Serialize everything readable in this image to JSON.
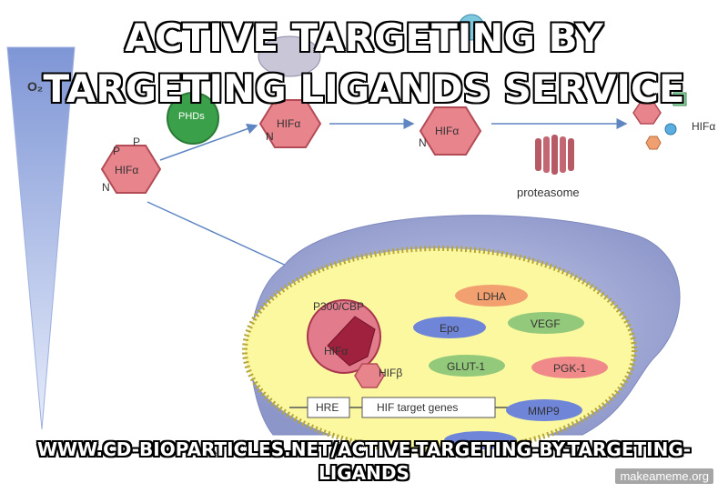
{
  "meme": {
    "top_line1": "ACTIVE TARGETING BY",
    "top_line2": "TARGETING LIGANDS SERVICE",
    "bottom": "WWW.CD-BIOPARTICLES.NET/ACTIVE-TARGETING-BY-TARGETING-LIGANDS",
    "watermark": "makeameme.org"
  },
  "diagram": {
    "o2": "O₂",
    "phds": "PHDs",
    "hif": "HIFα",
    "p": "P",
    "n": "N",
    "proteasome": "proteasome",
    "p300": "P300/CBP",
    "hifb": "HIFβ",
    "hre": "HRE",
    "target_genes": "HIF target genes",
    "genes": [
      "LDHA",
      "Epo",
      "VEGF",
      "GLUT-1",
      "PGK-1",
      "MMP9"
    ],
    "colors": {
      "hex_pink": "#e8848c",
      "phds_green": "#3aa04a",
      "nucleus_fill": "#fbf8a0",
      "cell_fill": "#aab2d8",
      "gene_orange": "#f2a070",
      "gene_blue": "#6f85d8",
      "gene_green": "#93c97a",
      "gene_red": "#f08a8a"
    }
  }
}
